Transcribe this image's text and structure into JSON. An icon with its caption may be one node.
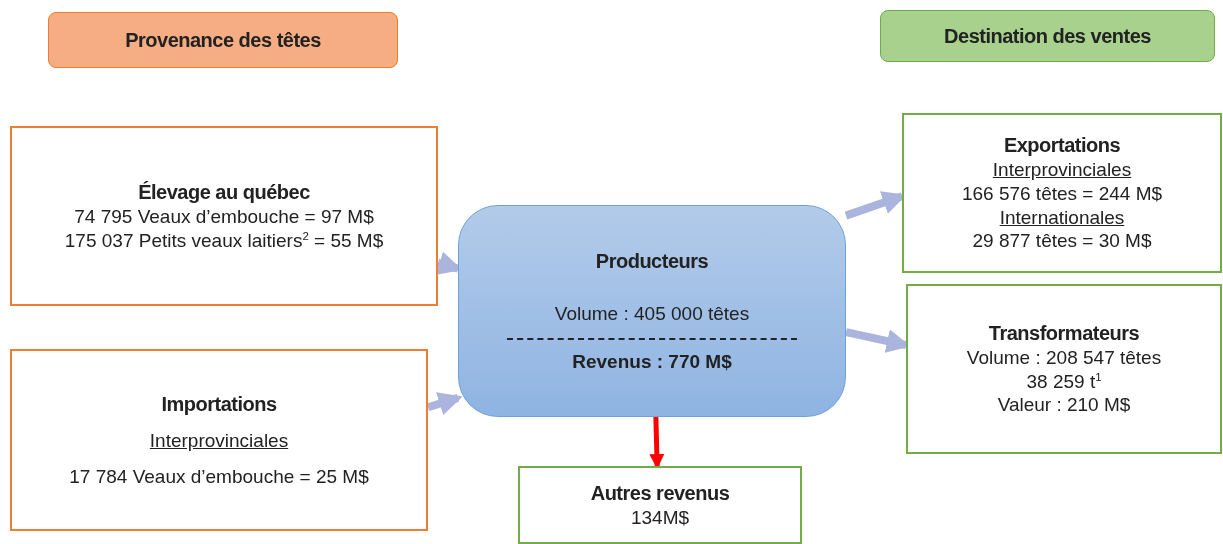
{
  "diagram": {
    "nodes": [
      {
        "text": [
          "Provenance des têtes"
        ]
      },
      {
        "text": [
          "Destination des ventes"
        ]
      },
      {
        "text": [
          "Élevage au québec",
          "74 795 Veaux d’embouche = 97 M$",
          "175 037 Petits veaux laitiers$^{2}$ = 55 M$"
        ]
      },
      {
        "text": [
          "Importations",
          "Interprovinciales",
          "17 784 Veaux d’embouche = 25 M$"
        ]
      },
      {
        "text": [
          "Producteurs",
          "Volume : 405 000 têtes",
          "Revenus : 770 M$"
        ]
      },
      {
        "text": [
          "Exportations",
          "Interprovinciales",
          "166 576 têtes = 244 M$",
          "Internationales",
          "29 877 têtes = 30 M$"
        ]
      },
      {
        "text": [
          "Transformateurs",
          "Volume : 208 547 têtes",
          "38 259 t$^{1}$",
          "Valeur : 210 M$"
        ]
      },
      {
        "text": [
          "Autres revenus",
          "134M$"
        ]
      }
    ],
    "edges": [
      {
        "from": 2,
        "to": 4,
        "arrow": "to"
      },
      {
        "from": 3,
        "to": 4,
        "arrow": "to"
      },
      {
        "from": 4,
        "to": 5,
        "arrow": "to"
      },
      {
        "from": 4,
        "to": 6,
        "arrow": "to"
      },
      {
        "from": 4,
        "to": 7,
        "arrow": "to",
        "color": "#ff0000"
      }
    ]
  }
}
